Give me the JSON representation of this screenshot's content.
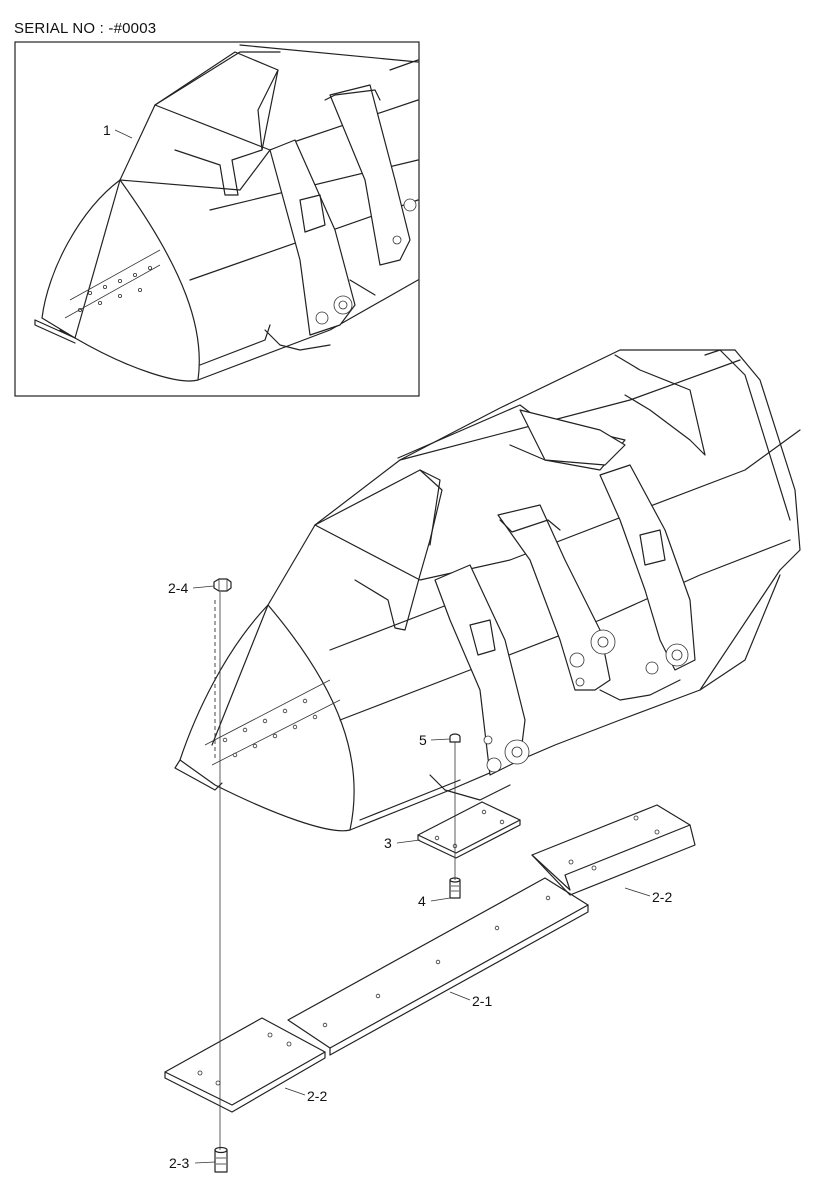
{
  "header": {
    "serial": "SERIAL NO : -#0003"
  },
  "callouts": {
    "c1": "1",
    "c2_4": "2-4",
    "c5": "5",
    "c3": "3",
    "c4": "4",
    "c2_2_right": "2-2",
    "c2_1": "2-1",
    "c2_2_left": "2-2",
    "c2_3": "2-3"
  }
}
